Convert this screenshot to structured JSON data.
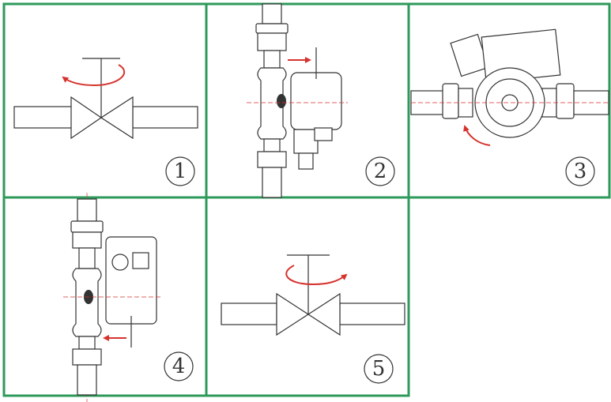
{
  "steps": [
    {
      "number": "1",
      "icon": "valve-close-icon"
    },
    {
      "number": "2",
      "icon": "pump-side-loosen-icon"
    },
    {
      "number": "3",
      "icon": "pump-rotate-icon"
    },
    {
      "number": "4",
      "icon": "pump-side-tighten-icon"
    },
    {
      "number": "5",
      "icon": "valve-open-icon"
    }
  ],
  "colors": {
    "frame": "#2e9a5a",
    "line": "#333333",
    "arrow": "#d6332e",
    "centerline": "#d6332e"
  }
}
